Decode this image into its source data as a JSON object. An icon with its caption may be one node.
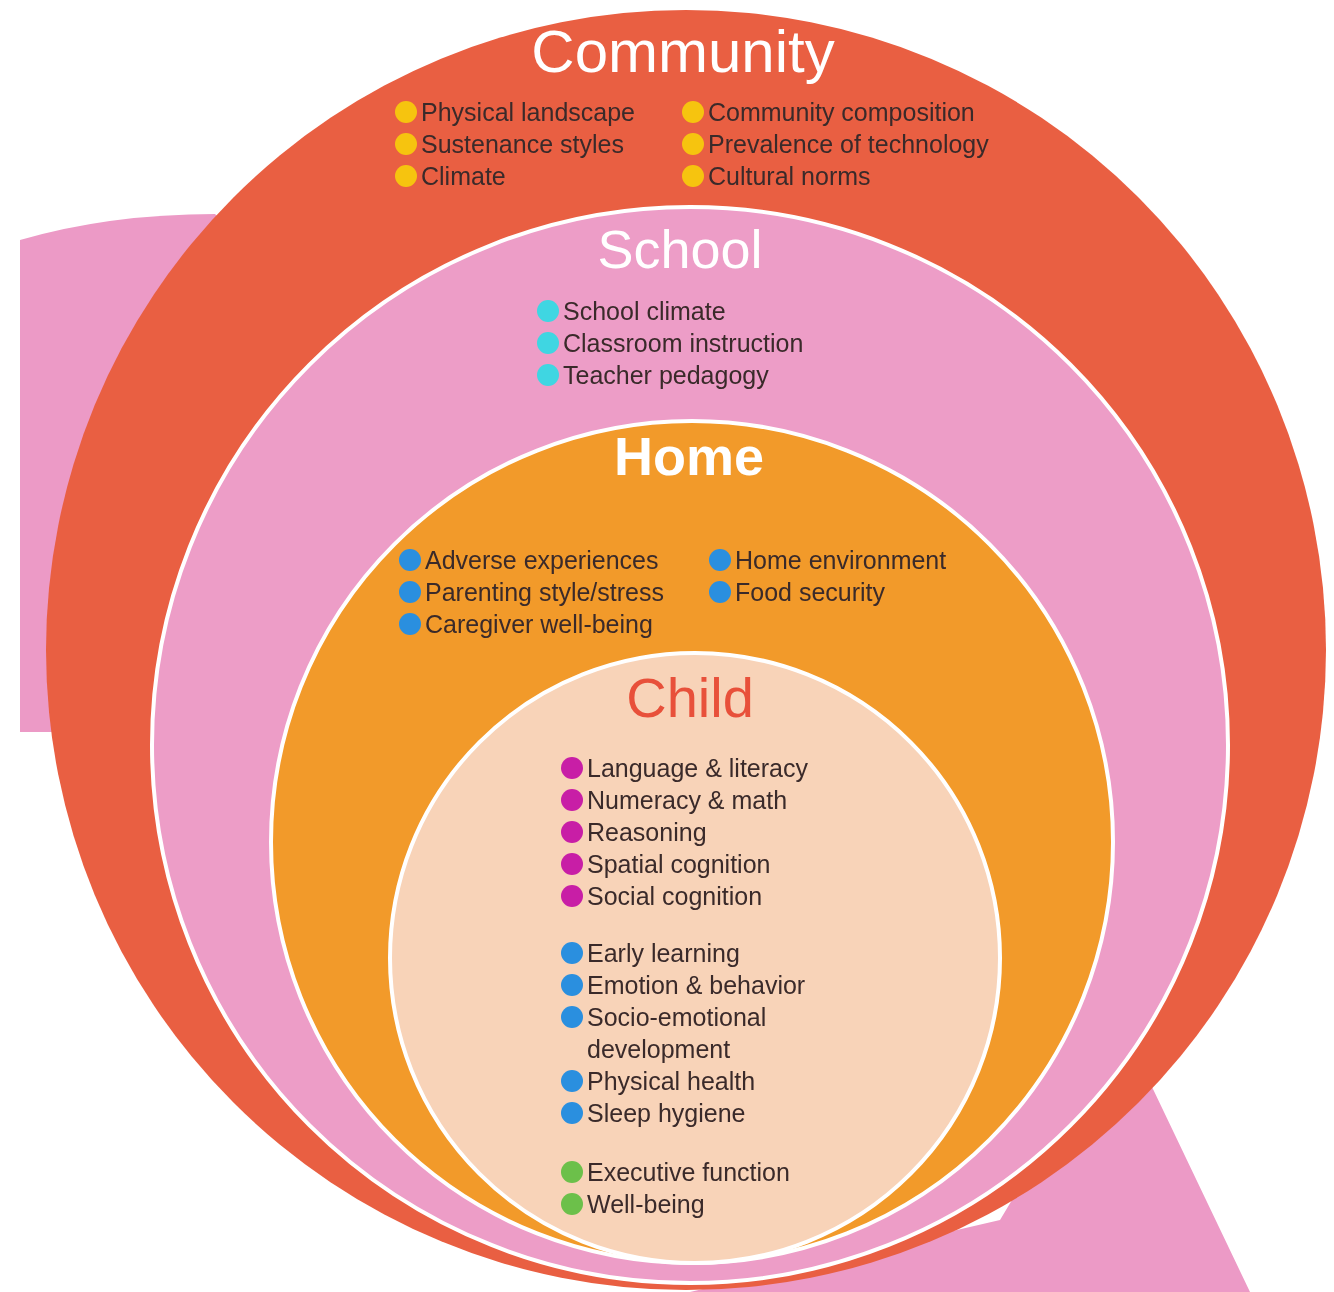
{
  "diagram": {
    "nodes": [
      {
        "text": [
          "Community",
          "Physical landscape",
          "Community composition",
          "Sustenance styles",
          "Prevalence of technology",
          "Climate",
          "Cultural norms"
        ]
      },
      {
        "text": [
          "School",
          "School climate",
          "Classroom instruction",
          "Teacher pedagogy"
        ],
        "in": 0
      },
      {
        "text": [
          "Home",
          "Adverse experiences",
          "Home environment",
          "Parenting style/stress",
          "Food security",
          "Caregiver well-being"
        ],
        "in": 1
      },
      {
        "text": [
          "Child",
          "Language & literacy",
          "Numeracy & math",
          "Reasoning",
          "Spatial cognition",
          "Social cognition",
          "Early learning",
          "Emotion & behavior",
          "Socio-emotional development",
          "Physical health",
          "Sleep hygiene",
          "Executive function",
          "Well-being"
        ],
        "in": 2
      }
    ]
  }
}
